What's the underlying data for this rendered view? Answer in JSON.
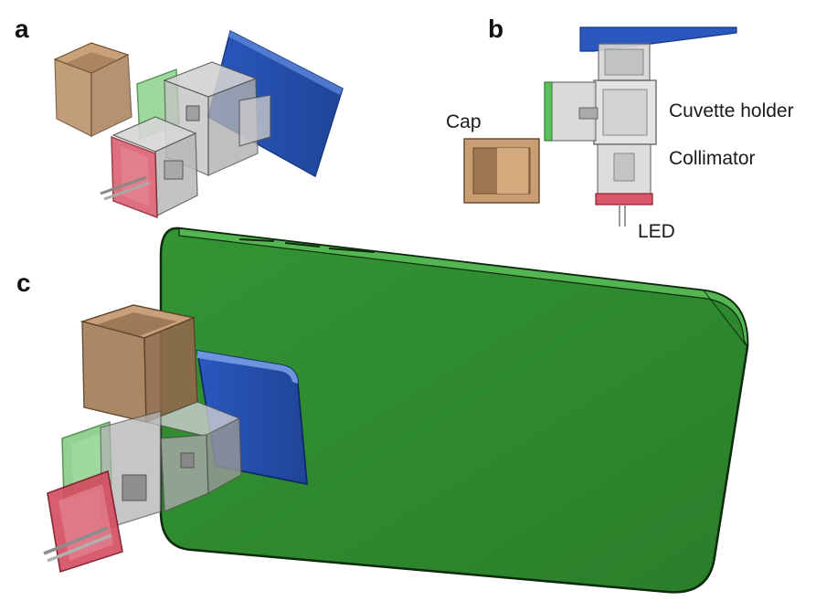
{
  "panels": {
    "a": {
      "letter": "a"
    },
    "b": {
      "letter": "b"
    },
    "c": {
      "letter": "c"
    }
  },
  "labels": {
    "cap": "Cap",
    "cuvette_holder": "Cuvette holder",
    "collimator": "Collimator",
    "led": "LED"
  },
  "colors": {
    "phone_green": "#2f8a2f",
    "phone_edge": "#0d2a0d",
    "blue_panel": "#2a57b8",
    "cap_brown": "#b58a5e",
    "red_led_plate": "#d24a5a",
    "green_filter": "#5cbf5c",
    "gray_part": "#bcbcbc"
  }
}
